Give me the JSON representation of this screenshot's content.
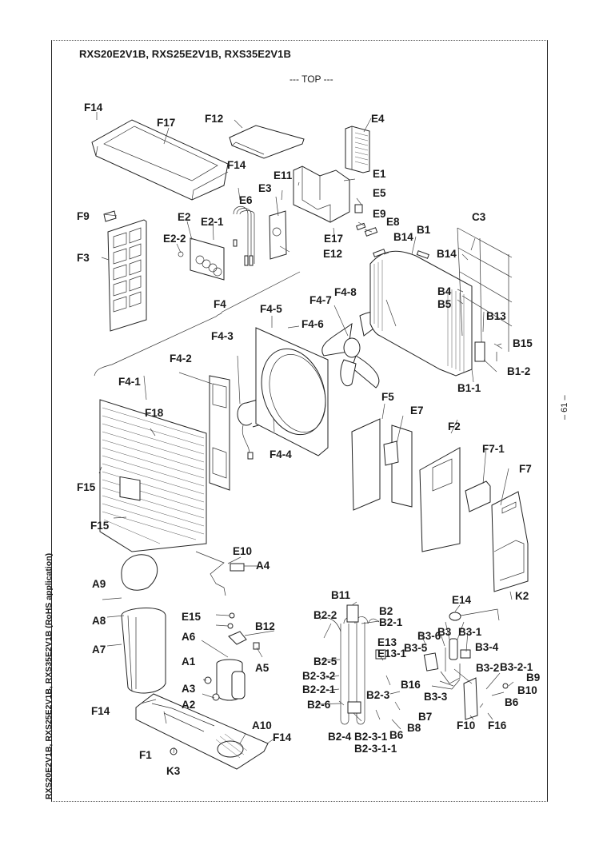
{
  "document": {
    "title": "RXS20E2V1B, RXS25E2V1B, RXS35E2V1B",
    "orientation_note": "--- TOP ---",
    "side_title": "RXS20E2V1B, RXS25E2V1B, RXS35E2V1B (RoHS application)",
    "page_number": "– 61 –"
  },
  "parts": [
    {
      "id": "F14",
      "label": "F14"
    },
    {
      "id": "F17",
      "label": "F17"
    },
    {
      "id": "F12",
      "label": "F12"
    },
    {
      "id": "E4",
      "label": "E4"
    },
    {
      "id": "E1",
      "label": "E1"
    },
    {
      "id": "E5",
      "label": "E5"
    },
    {
      "id": "E9",
      "label": "E9"
    },
    {
      "id": "E8",
      "label": "E8"
    },
    {
      "id": "E11",
      "label": "E11"
    },
    {
      "id": "E3",
      "label": "E3"
    },
    {
      "id": "E6",
      "label": "E6"
    },
    {
      "id": "E2",
      "label": "E2"
    },
    {
      "id": "E2-1",
      "label": "E2-1"
    },
    {
      "id": "E2-2",
      "label": "E2-2"
    },
    {
      "id": "E17",
      "label": "E17"
    },
    {
      "id": "E12",
      "label": "E12"
    },
    {
      "id": "F9",
      "label": "F9"
    },
    {
      "id": "F3",
      "label": "F3"
    },
    {
      "id": "B14",
      "label": "B14"
    },
    {
      "id": "B1",
      "label": "B1"
    },
    {
      "id": "C3",
      "label": "C3"
    },
    {
      "id": "B4",
      "label": "B4"
    },
    {
      "id": "B5",
      "label": "B5"
    },
    {
      "id": "B13",
      "label": "B13"
    },
    {
      "id": "B15",
      "label": "B15"
    },
    {
      "id": "B1-2",
      "label": "B1-2"
    },
    {
      "id": "B1-1",
      "label": "B1-1"
    },
    {
      "id": "F4",
      "label": "F4"
    },
    {
      "id": "F4-1",
      "label": "F4-1"
    },
    {
      "id": "F4-2",
      "label": "F4-2"
    },
    {
      "id": "F4-3",
      "label": "F4-3"
    },
    {
      "id": "F4-4",
      "label": "F4-4"
    },
    {
      "id": "F4-5",
      "label": "F4-5"
    },
    {
      "id": "F4-6",
      "label": "F4-6"
    },
    {
      "id": "F4-7",
      "label": "F4-7"
    },
    {
      "id": "F4-8",
      "label": "F4-8"
    },
    {
      "id": "F18",
      "label": "F18"
    },
    {
      "id": "F15",
      "label": "F15"
    },
    {
      "id": "F5",
      "label": "F5"
    },
    {
      "id": "E7",
      "label": "E7"
    },
    {
      "id": "F2",
      "label": "F2"
    },
    {
      "id": "F7-1",
      "label": "F7-1"
    },
    {
      "id": "F7",
      "label": "F7"
    },
    {
      "id": "K2",
      "label": "K2"
    },
    {
      "id": "E10",
      "label": "E10"
    },
    {
      "id": "A4",
      "label": "A4"
    },
    {
      "id": "A9",
      "label": "A9"
    },
    {
      "id": "A8",
      "label": "A8"
    },
    {
      "id": "A7",
      "label": "A7"
    },
    {
      "id": "E15",
      "label": "E15"
    },
    {
      "id": "A6",
      "label": "A6"
    },
    {
      "id": "B12",
      "label": "B12"
    },
    {
      "id": "A1",
      "label": "A1"
    },
    {
      "id": "A5",
      "label": "A5"
    },
    {
      "id": "A3",
      "label": "A3"
    },
    {
      "id": "A2",
      "label": "A2"
    },
    {
      "id": "F1",
      "label": "F1"
    },
    {
      "id": "A10",
      "label": "A10"
    },
    {
      "id": "K3",
      "label": "K3"
    },
    {
      "id": "B11",
      "label": "B11"
    },
    {
      "id": "B2",
      "label": "B2"
    },
    {
      "id": "B2-1",
      "label": "B2-1"
    },
    {
      "id": "B2-2",
      "label": "B2-2"
    },
    {
      "id": "B2-5",
      "label": "B2-5"
    },
    {
      "id": "B2-3-2",
      "label": "B2-3-2"
    },
    {
      "id": "B2-2-1",
      "label": "B2-2-1"
    },
    {
      "id": "B2-6",
      "label": "B2-6"
    },
    {
      "id": "B2-3",
      "label": "B2-3"
    },
    {
      "id": "B2-4",
      "label": "B2-4"
    },
    {
      "id": "B2-3-1",
      "label": "B2-3-1"
    },
    {
      "id": "B2-3-1-1",
      "label": "B2-3-1-1"
    },
    {
      "id": "E13",
      "label": "E13"
    },
    {
      "id": "E13-1",
      "label": "E13-1"
    },
    {
      "id": "B16",
      "label": "B16"
    },
    {
      "id": "B6",
      "label": "B6"
    },
    {
      "id": "B7",
      "label": "B7"
    },
    {
      "id": "B8",
      "label": "B8"
    },
    {
      "id": "E14",
      "label": "E14"
    },
    {
      "id": "B3",
      "label": "B3"
    },
    {
      "id": "B3-1",
      "label": "B3-1"
    },
    {
      "id": "B3-6",
      "label": "B3-6"
    },
    {
      "id": "B3-5",
      "label": "B3-5"
    },
    {
      "id": "B3-4",
      "label": "B3-4"
    },
    {
      "id": "B3-3",
      "label": "B3-3"
    },
    {
      "id": "B3-2",
      "label": "B3-2"
    },
    {
      "id": "B3-2-1",
      "label": "B3-2-1"
    },
    {
      "id": "B9",
      "label": "B9"
    },
    {
      "id": "B10",
      "label": "B10"
    },
    {
      "id": "F10",
      "label": "F10"
    },
    {
      "id": "F16",
      "label": "F16"
    }
  ]
}
